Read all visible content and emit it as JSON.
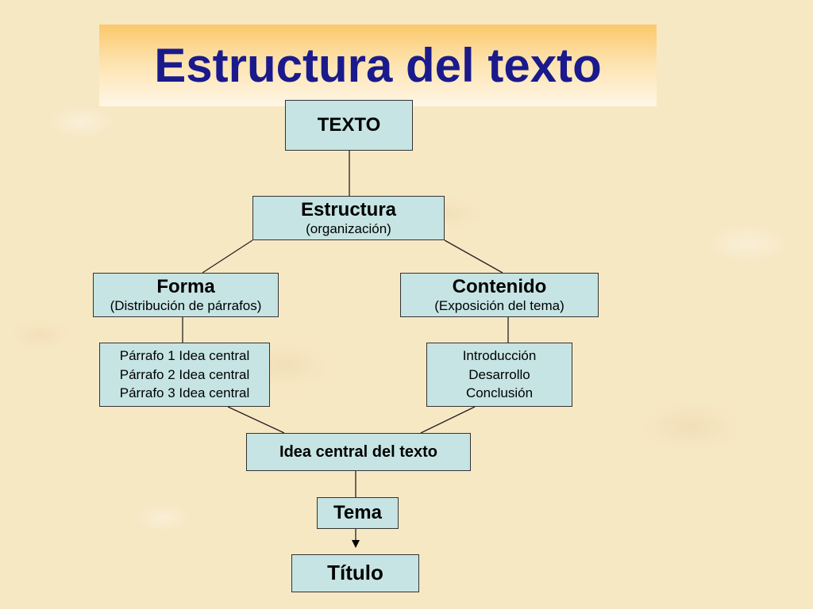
{
  "title": "Estructura del texto",
  "nodes": {
    "texto": {
      "label": "TEXTO"
    },
    "estructura": {
      "label": "Estructura",
      "sub": "(organización)"
    },
    "forma": {
      "label": "Forma",
      "sub": "(Distribución de párrafos)"
    },
    "contenido": {
      "label": "Contenido",
      "sub": "(Exposición del tema)"
    },
    "parrafos": {
      "lines": [
        "Párrafo 1 Idea central",
        "Párrafo 2 Idea central",
        "Párrafo 3 Idea central"
      ]
    },
    "partes": {
      "lines": [
        "Introducción",
        "Desarrollo",
        "Conclusión"
      ]
    },
    "idea_central": {
      "label": "Idea central del texto"
    },
    "tema": {
      "label": "Tema"
    },
    "titulo": {
      "label": "Título"
    }
  },
  "colors": {
    "title": "#1a1a8c",
    "box_fill": "#c6e4e4",
    "box_border": "#333333",
    "background": "#f7e8c4"
  }
}
